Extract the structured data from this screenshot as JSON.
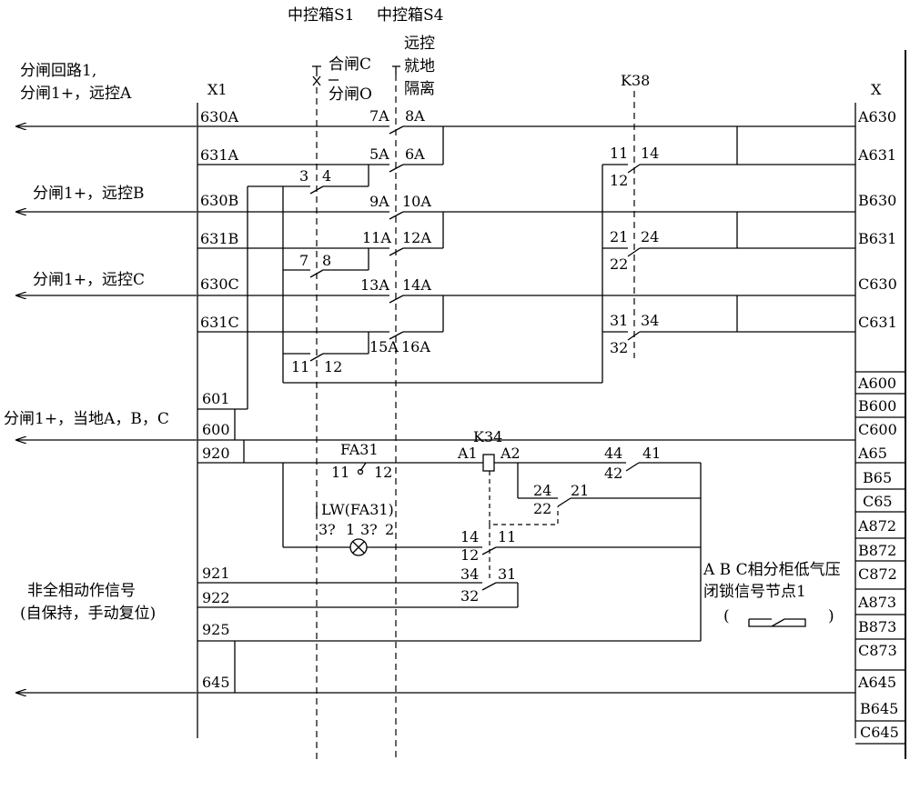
{
  "headers": {
    "box_s1": "中控箱S1",
    "box_s4": "中控箱S4",
    "close_c": "合闸C",
    "open_o": "分闸O",
    "remote": "远控",
    "local": "就地",
    "isolate": "隔离",
    "k38": "K38",
    "x1": "X1",
    "x": "X",
    "k34": "K34"
  },
  "left_labels": {
    "trip_loop_1": "分闸回路1,",
    "remote_a": "分闸1+，远控A",
    "remote_b": "分闸1+，远控B",
    "remote_c": "分闸1+，远控C",
    "local_abc": "分闸1+，当地A，B，C",
    "nonfull_1": "非全相动作信号",
    "nonfull_2": "(自保持，手动复位)"
  },
  "x1_terminals": [
    "630A",
    "631A",
    "630B",
    "631B",
    "630C",
    "631C",
    "601",
    "600",
    "920",
    "921",
    "922",
    "925",
    "645"
  ],
  "x_terminals": [
    "A630",
    "A631",
    "B630",
    "B631",
    "C630",
    "C631",
    "A600",
    "B600",
    "C600",
    "A65",
    "B65",
    "C65",
    "A872",
    "B872",
    "C872",
    "A873",
    "B873",
    "C873",
    "A645",
    "B645",
    "C645"
  ],
  "contacts": {
    "s4": [
      "7A",
      "8A",
      "5A",
      "6A",
      "9A",
      "10A",
      "11A",
      "12A",
      "13A",
      "14A",
      "15A",
      "16A"
    ],
    "s1": [
      "3",
      "4",
      "7",
      "8",
      "11",
      "12"
    ],
    "k38": [
      "11",
      "14",
      "12",
      "21",
      "24",
      "22",
      "31",
      "34",
      "32"
    ],
    "fa31": [
      "FA31",
      "11",
      "12"
    ],
    "k34_coil": [
      "A1",
      "A2"
    ],
    "k34": [
      "44",
      "41",
      "42",
      "24",
      "21",
      "22",
      "14",
      "11",
      "12",
      "34",
      "31",
      "32"
    ],
    "lw": [
      "LW(FA31)",
      "3?",
      "1",
      "3?",
      "2"
    ]
  },
  "pressure_note": {
    "line1": "A B C相分柜低气压",
    "line2": "闭锁信号节点1",
    "paren_open": "(",
    "paren_close": ")"
  }
}
